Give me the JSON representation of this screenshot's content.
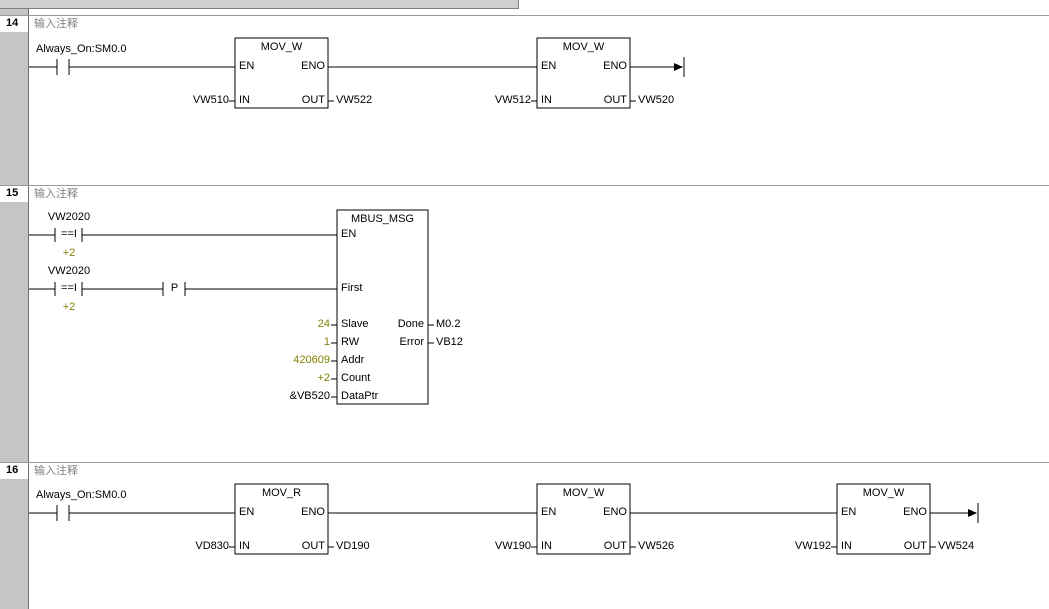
{
  "editor": {
    "comment_text": "输入注释"
  },
  "colors": {
    "constant_text": "#808000",
    "comment_text": "#808080",
    "gutter_bg": "#c5c5c5",
    "wire": "#000000"
  },
  "pin_labels": {
    "en": "EN",
    "eno": "ENO",
    "in": "IN",
    "out": "OUT"
  },
  "networks": {
    "n14": {
      "number": "14",
      "comment": "输入注释",
      "contact": "Always_On:SM0.0",
      "boxes": {
        "b1": {
          "title": "MOV_W",
          "in": "VW510",
          "out": "VW522"
        },
        "b2": {
          "title": "MOV_W",
          "in": "VW512",
          "out": "VW520"
        }
      }
    },
    "n15": {
      "number": "15",
      "comment": "输入注释",
      "cmp1": {
        "top": "VW2020",
        "op": "==I",
        "bottom": "+2"
      },
      "cmp2": {
        "top": "VW2020",
        "op": "==I",
        "bottom": "+2"
      },
      "edge": {
        "label": "P"
      },
      "box": {
        "title": "MBUS_MSG",
        "pins_left": {
          "en": "EN",
          "first": "First",
          "slave": "Slave",
          "rw": "RW",
          "addr": "Addr",
          "count": "Count",
          "dataptr": "DataPtr"
        },
        "pins_right": {
          "done": "Done",
          "error": "Error"
        },
        "inputs": {
          "slave": "24",
          "rw": "1",
          "addr": "420609",
          "count": "+2",
          "dataptr": "&VB520"
        },
        "outputs": {
          "done": "M0.2",
          "error": "VB12"
        }
      }
    },
    "n16": {
      "number": "16",
      "comment": "输入注释",
      "contact": "Always_On:SM0.0",
      "boxes": {
        "b1": {
          "title": "MOV_R",
          "in": "VD830",
          "out": "VD190"
        },
        "b2": {
          "title": "MOV_W",
          "in": "VW190",
          "out": "VW526"
        },
        "b3": {
          "title": "MOV_W",
          "in": "VW192",
          "out": "VW524"
        }
      }
    }
  }
}
